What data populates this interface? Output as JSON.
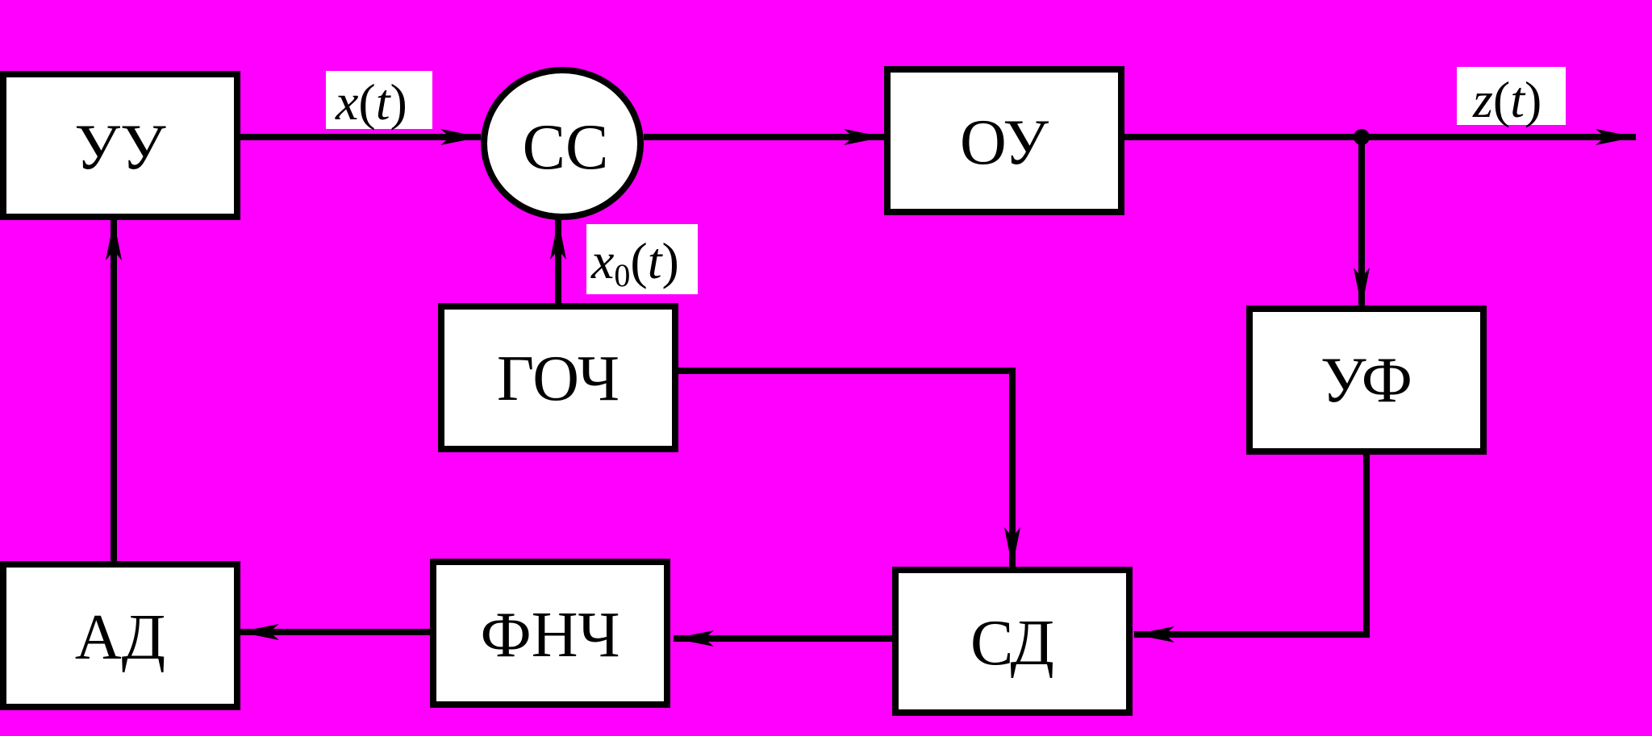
{
  "colors": {
    "background": "#ff00ff",
    "stroke": "#000000",
    "block_fill": "#ffffff"
  },
  "blocks": {
    "uu": "УУ",
    "ss": "СС",
    "ou": "ОУ",
    "goch": "ГОЧ",
    "uf": "УФ",
    "ad": "АД",
    "fnch": "ФНЧ",
    "sd": "СД"
  },
  "signals": {
    "x": {
      "var": "x",
      "open": "(",
      "arg": "t",
      "close": ")"
    },
    "x0": {
      "var": "x",
      "sub": "0",
      "open": "(",
      "arg": "t",
      "close": ")"
    },
    "z": {
      "var": "z",
      "open": "(",
      "arg": "t",
      "close": ")"
    }
  }
}
